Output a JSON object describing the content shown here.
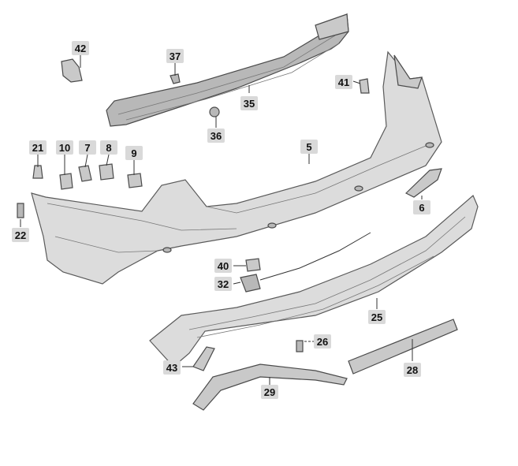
{
  "callouts": [
    {
      "id": "42",
      "text": "42"
    },
    {
      "id": "37",
      "text": "37"
    },
    {
      "id": "35",
      "text": "35"
    },
    {
      "id": "36",
      "text": "36"
    },
    {
      "id": "41",
      "text": "41"
    },
    {
      "id": "5",
      "text": "5"
    },
    {
      "id": "21",
      "text": "21"
    },
    {
      "id": "10",
      "text": "10"
    },
    {
      "id": "7",
      "text": "7"
    },
    {
      "id": "8",
      "text": "8"
    },
    {
      "id": "9",
      "text": "9"
    },
    {
      "id": "22",
      "text": "22"
    },
    {
      "id": "6",
      "text": "6"
    },
    {
      "id": "40",
      "text": "40"
    },
    {
      "id": "32",
      "text": "32"
    },
    {
      "id": "25",
      "text": "25"
    },
    {
      "id": "26",
      "text": "26"
    },
    {
      "id": "43",
      "text": "43"
    },
    {
      "id": "29",
      "text": "29"
    },
    {
      "id": "28",
      "text": "28"
    }
  ]
}
